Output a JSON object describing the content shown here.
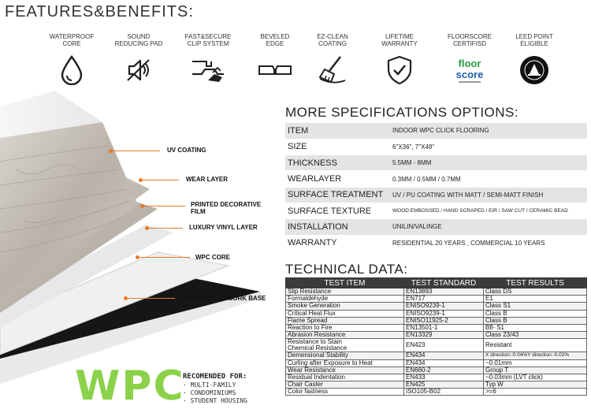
{
  "features_title": "FEATURES&BENEFITS:",
  "features": [
    {
      "label": "WATERPROOF\nCORE",
      "icon": "water-drop-icon"
    },
    {
      "label": "SOUND\nREDUCING PAD",
      "icon": "muted-speaker-icon"
    },
    {
      "label": "FAST&SECURE\nCLIP SYSTEM",
      "icon": "clip-joint-icon"
    },
    {
      "label": "BEVELED\nEDGE",
      "icon": "beveled-edge-icon"
    },
    {
      "label": "EZ-CLEAN\nCOATING",
      "icon": "mop-icon"
    },
    {
      "label": "LIFETIME\nWARRANTY",
      "icon": "shield-check-icon"
    },
    {
      "label": "FLOORSCORE\nCERTIFISD",
      "icon": "floorscore-logo",
      "logo_text": [
        "floor",
        "score"
      ]
    },
    {
      "label": "LEED POINT\nELIGIBLE",
      "icon": "leed-seal-icon"
    }
  ],
  "layers": {
    "callouts": [
      "UV COATING",
      "WEAR LAYER",
      "PRINTED DECORATIVE\nFILM",
      "LUXURY VINYL LAYER",
      "WPC CORE",
      "OPTIONAL EVA/CORK BASE"
    ]
  },
  "brand": {
    "wpc": "WPC",
    "recommended_title": "RECOMENDED FOR:",
    "recommended": [
      "· MULTI-FAMILY",
      "· CONDOMINIUMS",
      "· STUDENT HOUSING"
    ]
  },
  "specs_title": "MORE SPECIFICATIONS OPTIONS:",
  "specs": [
    {
      "key": "ITEM",
      "value": "INDOOR WPC CLICK FLOORING"
    },
    {
      "key": "SIZE",
      "value": "6\"X36\", 7\"X48\""
    },
    {
      "key": "THICKNESS",
      "value": "5.5MM - 8MM"
    },
    {
      "key": "WEARLAYER",
      "value": "0.3MM / 0.5MM / 0.7MM"
    },
    {
      "key": "SURFACE TREATMENT",
      "value": "UV /  PU COATING WITH MATT / SEMI-MATT FINISH"
    },
    {
      "key": "SURFACE TEXTURE",
      "value": "WOOD EMBOSSED / HAND SCRAPED / EIR / SAW CUT / CERAMIC BEAD"
    },
    {
      "key": "INSTALLATION",
      "value": "UNILIN/VALINGE"
    },
    {
      "key": "WARRANTY",
      "value": "RESIDENTIAL 20 YEARS , COMMERCIAL 10 YEARS"
    }
  ],
  "tech_title": "TECHNICAL DATA:",
  "tech_headers": [
    "TEST ITEM",
    "TEST STANDARD",
    "TEST RESULTS"
  ],
  "tech_rows": [
    [
      "Slip Resistance",
      "EN13893",
      "Class DS"
    ],
    [
      "Formaldehyde",
      "EN717",
      "E1"
    ],
    [
      "Smoke Generation",
      "ENISO9239-1",
      "Class S1"
    ],
    [
      "Critical Heat Flux",
      "ENISO9239-1",
      "Class B"
    ],
    [
      "Flame Spread",
      "ENISO11925-2",
      "Class B"
    ],
    [
      "Reaction to Fire",
      "EN13501-1",
      "Bfl- S1"
    ],
    [
      "Abrasion Resistance",
      "EN13329",
      "Class 23/43"
    ],
    [
      "Resistance to Stain\nChemical Resistance",
      "EN423",
      "Resistant"
    ],
    [
      "Demensional Stability",
      "EN434",
      "X direction:-0.04%Y direction:-0.02%"
    ],
    [
      "Curling after Exposure to Heat",
      "EN434",
      "~0.01mm"
    ],
    [
      "Wear Resistance",
      "EN660-2",
      "Group T"
    ],
    [
      "Residual Indentation",
      "EN433",
      "~0.03mm (LVT click)"
    ],
    [
      "Chair Caster",
      "EN425",
      "Typ W"
    ],
    [
      "Color fastness",
      "ISO105-B02",
      ">=6"
    ]
  ]
}
